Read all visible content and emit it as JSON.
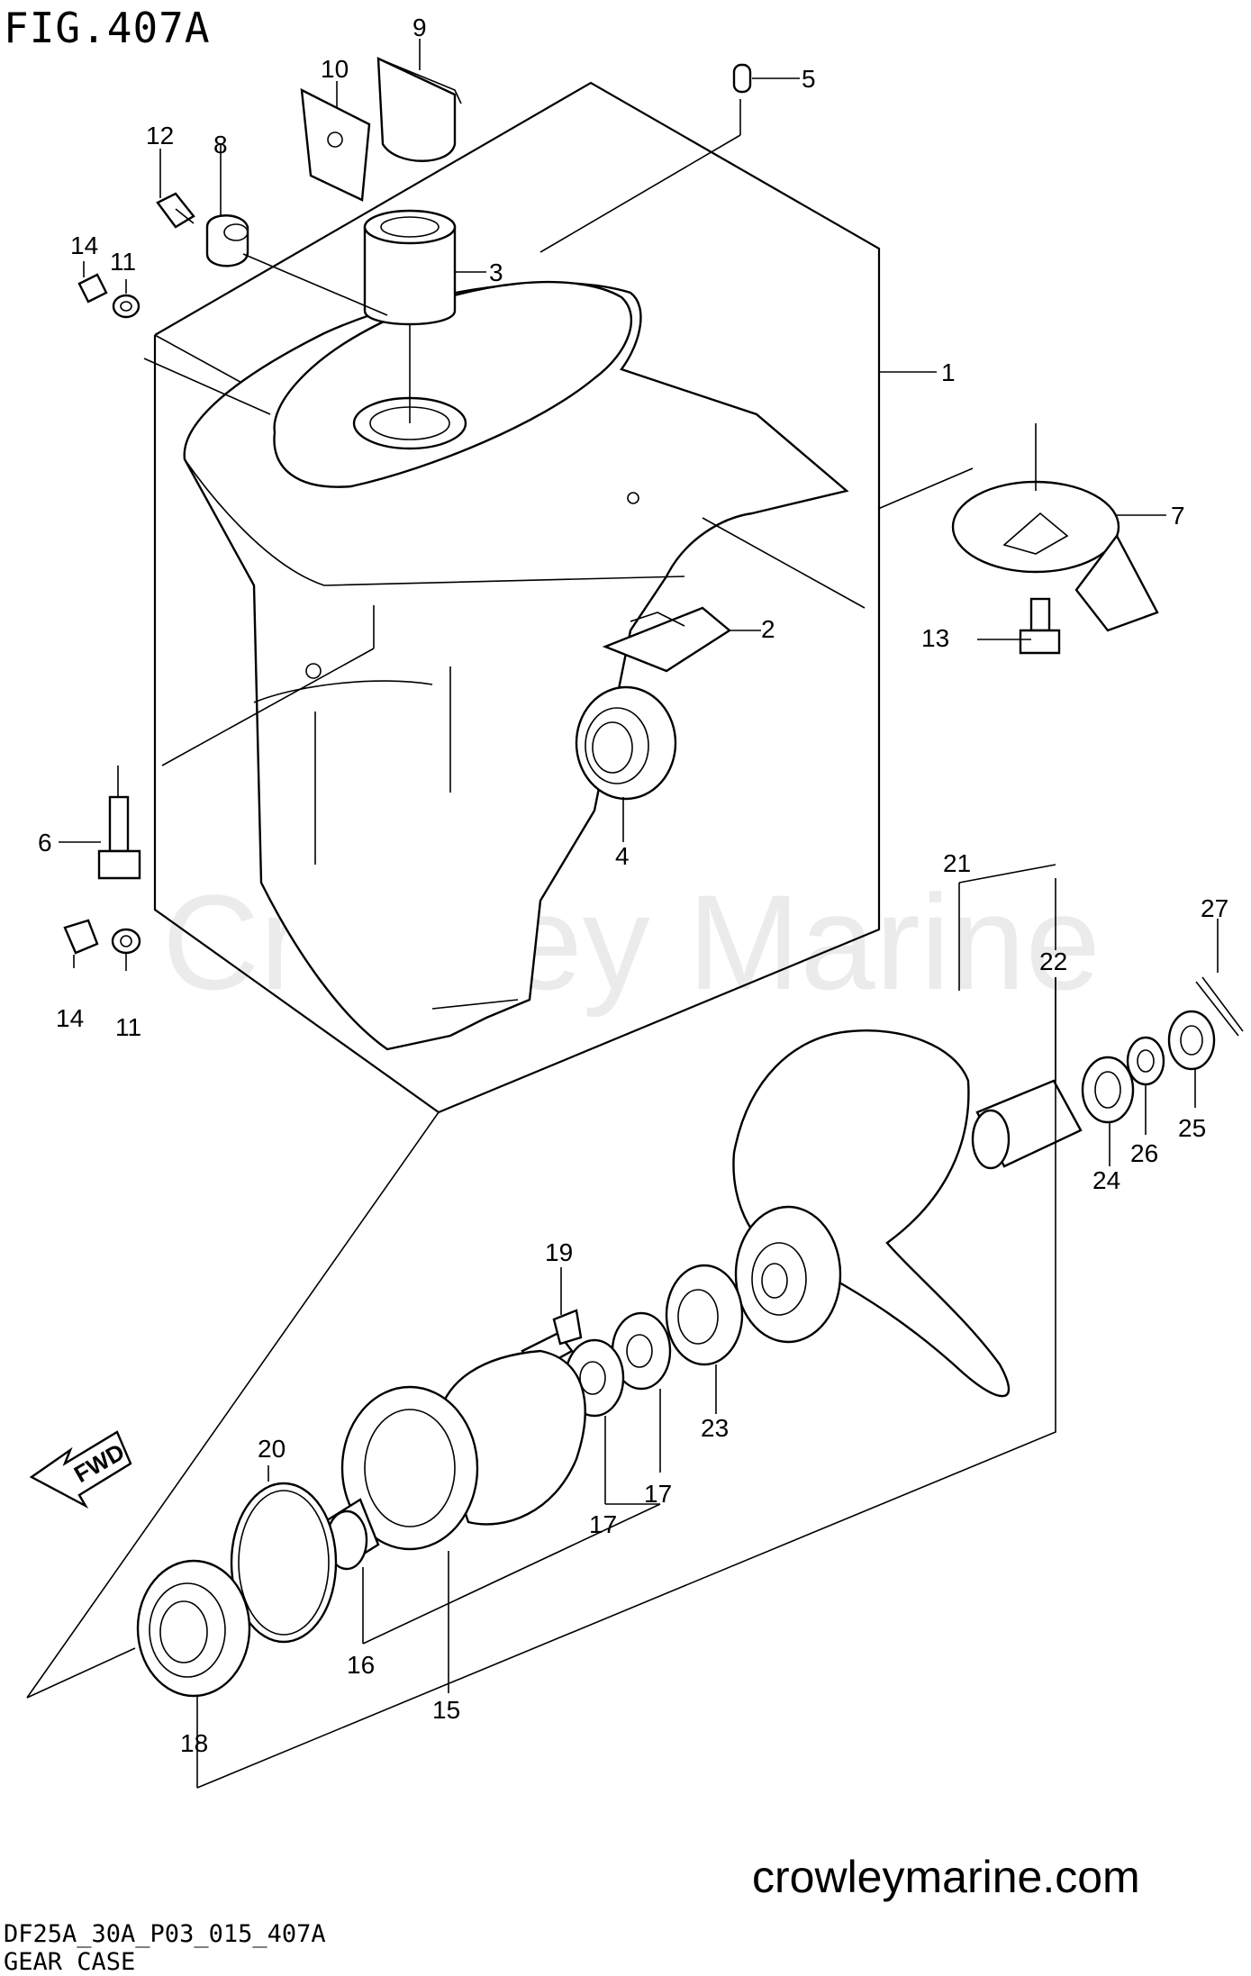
{
  "figure": {
    "number": "FIG.407A",
    "watermark": "Crowley Marine",
    "website": "crowleymarine.com",
    "model_code": "DF25A_30A_P03_015_407A",
    "caption": "GEAR CASE",
    "fwd_label": "FWD"
  },
  "callouts": [
    {
      "id": "c1",
      "text": "1"
    },
    {
      "id": "c2",
      "text": "2"
    },
    {
      "id": "c3",
      "text": "3"
    },
    {
      "id": "c4",
      "text": "4"
    },
    {
      "id": "c5",
      "text": "5"
    },
    {
      "id": "c6",
      "text": "6"
    },
    {
      "id": "c7",
      "text": "7"
    },
    {
      "id": "c8",
      "text": "8"
    },
    {
      "id": "c9",
      "text": "9"
    },
    {
      "id": "c10",
      "text": "10"
    },
    {
      "id": "c11a",
      "text": "11"
    },
    {
      "id": "c11b",
      "text": "11"
    },
    {
      "id": "c12",
      "text": "12"
    },
    {
      "id": "c13",
      "text": "13"
    },
    {
      "id": "c14a",
      "text": "14"
    },
    {
      "id": "c14b",
      "text": "14"
    },
    {
      "id": "c15",
      "text": "15"
    },
    {
      "id": "c16",
      "text": "16"
    },
    {
      "id": "c17a",
      "text": "17"
    },
    {
      "id": "c17b",
      "text": "17"
    },
    {
      "id": "c18",
      "text": "18"
    },
    {
      "id": "c19",
      "text": "19"
    },
    {
      "id": "c20",
      "text": "20"
    },
    {
      "id": "c21",
      "text": "21"
    },
    {
      "id": "c22",
      "text": "22"
    },
    {
      "id": "c23",
      "text": "23"
    },
    {
      "id": "c24",
      "text": "24"
    },
    {
      "id": "c25",
      "text": "25"
    },
    {
      "id": "c26",
      "text": "26"
    },
    {
      "id": "c27",
      "text": "27"
    }
  ]
}
